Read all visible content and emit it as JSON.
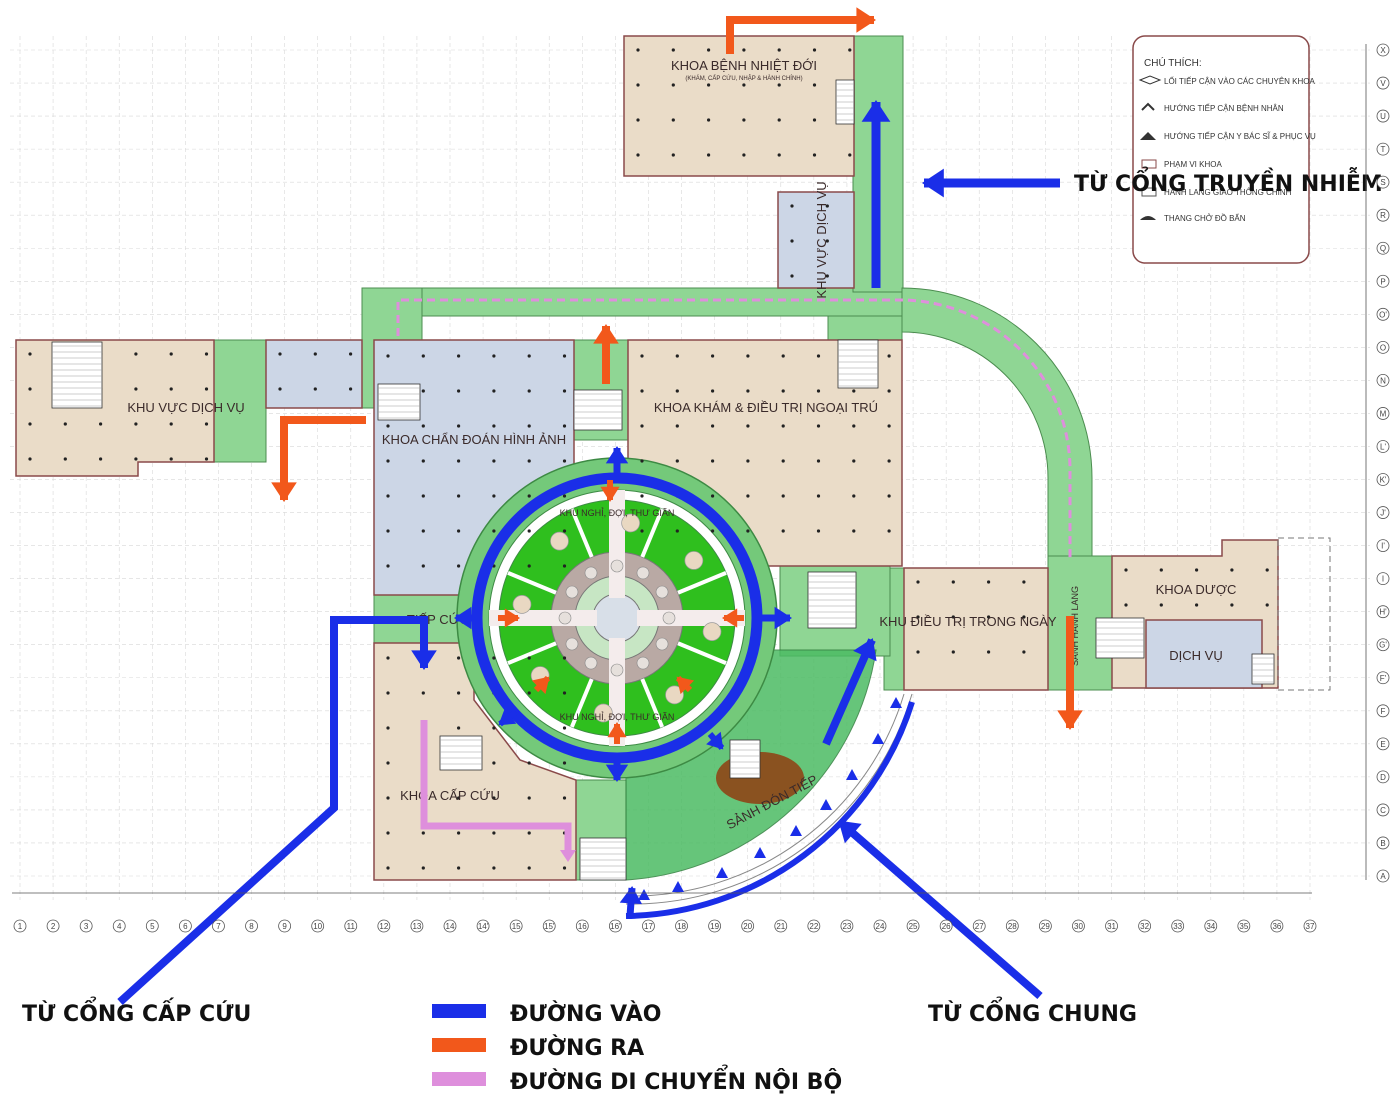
{
  "rooms": {
    "tropical": "KHOA BỆNH NHIỆT ĐỚI",
    "tropical_sub": "(KHÁM, CẤP CỨU, NHẬP & HÀNH CHÍNH)",
    "service_north": "KHU VỰC DỊCH VỤ",
    "service_west": "KHU VỰC DỊCH VỤ",
    "imaging": "KHOA CHẨN ĐOÁN HÌNH ẢNH",
    "outpatient": "KHOA KHÁM & ĐIỀU TRỊ NGOẠI TRÚ",
    "reception_er": "TIẾP CỨU",
    "emergency": "KHOA CẤP CỨU",
    "day_treatment": "KHU ĐIỀU TRỊ TRONG NGÀY",
    "pharmacy": "KHOA DƯỢC",
    "service_east": "DỊCH VỤ",
    "lobby": "SẢNH ĐÓN TIẾP",
    "rest_top": "KHU NGHỈ, ĐỢI, THƯ GIÃN",
    "rest_bottom": "KHU NGHỈ, ĐỢI, THƯ GIÃN",
    "corridor": "SẢNH HÀNH LANG"
  },
  "key": {
    "title": "CHÚ THÍCH:",
    "items": [
      "LỐI TIẾP CẬN VÀO CÁC CHUYÊN KHOA",
      "HƯỚNG TIẾP CẬN BỆNH NHÂN",
      "HƯỚNG TIẾP CẬN Y BÁC SĨ & PHỤC VỤ",
      "PHẠM VI KHOA",
      "HÀNH LANG GIAO THÔNG CHÍNH",
      "THANG CHỞ ĐỒ BẨN"
    ]
  },
  "gates": {
    "infectious": "TỪ CỔNG TRUYỀN NHIỄM",
    "emergency": "TỪ CỔNG CẤP CỨU",
    "general": "TỪ CỔNG CHUNG"
  },
  "legend": {
    "entry": "ĐƯỜNG VÀO",
    "exit": "ĐƯỜNG RA",
    "internal": "ĐƯỜNG DI CHUYỂN NỘI BỘ"
  },
  "grid": {
    "columns": [
      "1",
      "2",
      "3",
      "4",
      "5",
      "6",
      "7",
      "8",
      "9",
      "10",
      "11",
      "12",
      "13",
      "14",
      "14'",
      "15",
      "15'",
      "16",
      "16'",
      "17",
      "18",
      "19",
      "20",
      "21",
      "22",
      "23",
      "24",
      "25",
      "26",
      "27",
      "28",
      "29",
      "30",
      "31",
      "32",
      "33",
      "34",
      "35",
      "36",
      "37"
    ],
    "rows": [
      "X",
      "V",
      "U",
      "T",
      "S",
      "R",
      "Q",
      "P",
      "O'",
      "O",
      "N",
      "M",
      "L'",
      "K'",
      "J'",
      "I'",
      "I",
      "H'",
      "G'",
      "F'",
      "F",
      "E",
      "D",
      "C",
      "B",
      "A"
    ]
  },
  "colors": {
    "entry": "#1a2ee8",
    "exit": "#f2581b",
    "internal": "#de8fdc",
    "corridor": "#8fd694",
    "dept": "#eadcc8",
    "blue_dept": "#ccd6e6",
    "court": "#5ccf3c"
  }
}
